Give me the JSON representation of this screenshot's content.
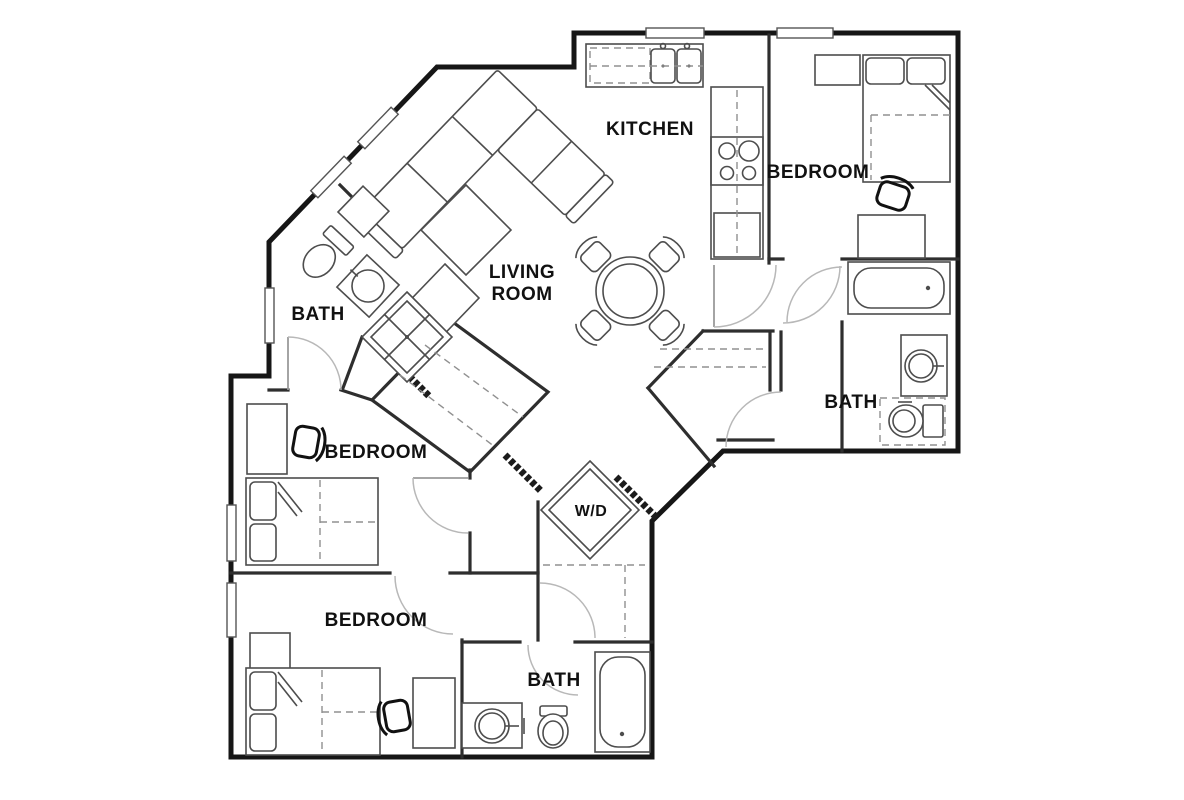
{
  "title": "Apartment Floor Plan",
  "colors": {
    "background": "#ffffff",
    "exterior_wall": "#161616",
    "interior_wall": "#2e2e2e",
    "furniture_line": "#4d4d4d",
    "dashed_line": "#909090",
    "door_arc": "#b8b8b8",
    "label": "#111111"
  },
  "rooms": {
    "kitchen": {
      "label": "KITCHEN"
    },
    "bedroom_top_right": {
      "label": "BEDROOM"
    },
    "living_room": {
      "line1": "LIVING",
      "line2": "ROOM"
    },
    "bath_upper_left": {
      "label": "BATH"
    },
    "bedroom_middle": {
      "label": "BEDROOM"
    },
    "bath_right": {
      "label": "BATH"
    },
    "laundry": {
      "label": "W/D"
    },
    "bedroom_bottom": {
      "label": "BEDROOM"
    },
    "bath_bottom": {
      "label": "BATH"
    }
  },
  "fixtures": [
    "double-sink",
    "stove",
    "refrigerator",
    "dining-table",
    "sectional-sofa",
    "coffee-table",
    "ottoman",
    "side-table",
    "shower",
    "toilet",
    "bathtub",
    "vanity-sink",
    "bed",
    "pillows",
    "desk",
    "desk-chair",
    "washer-dryer",
    "closet-rod",
    "door-swing",
    "window"
  ]
}
